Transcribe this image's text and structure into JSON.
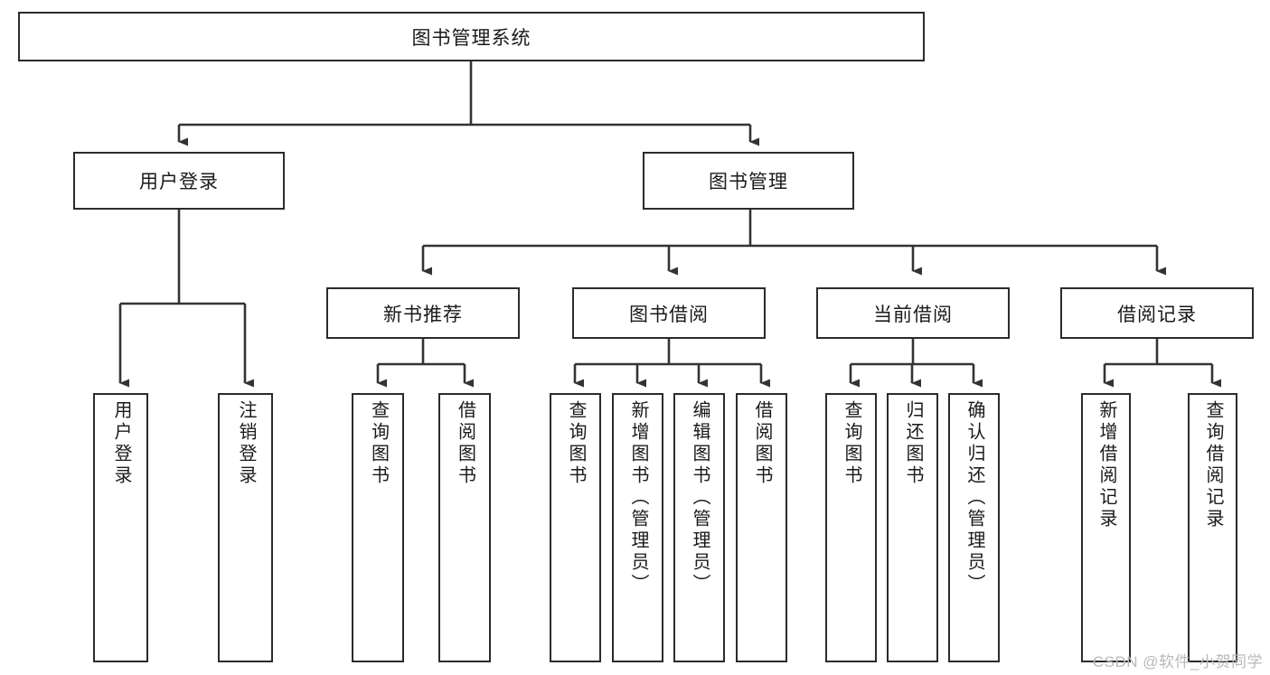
{
  "diagram": {
    "title": "图书管理系统",
    "watermark": "CSDN @软件_小贺同学",
    "colors": {
      "border": "#2b2b2b",
      "background": "#ffffff",
      "text": "#1a1a1a",
      "connector": "#333333",
      "watermark": "#b9b9b9"
    },
    "root": {
      "label": "图书管理系统"
    },
    "level2": [
      {
        "label": "用户登录"
      },
      {
        "label": "图书管理"
      }
    ],
    "level3": [
      {
        "label": "新书推荐"
      },
      {
        "label": "图书借阅"
      },
      {
        "label": "当前借阅"
      },
      {
        "label": "借阅记录"
      }
    ],
    "leaves": {
      "user_login": [
        {
          "label": "用户登录"
        },
        {
          "label": "注销登录"
        }
      ],
      "new_book": [
        {
          "label": "查询图书"
        },
        {
          "label": "借阅图书"
        }
      ],
      "book_borrow": [
        {
          "label": "查询图书"
        },
        {
          "label": "新增图书（管理员）"
        },
        {
          "label": "编辑图书（管理员）"
        },
        {
          "label": "借阅图书"
        }
      ],
      "current_borrow": [
        {
          "label": "查询图书"
        },
        {
          "label": "归还图书"
        },
        {
          "label": "确认归还（管理员）"
        }
      ],
      "borrow_record": [
        {
          "label": "新增借阅记录"
        },
        {
          "label": "查询借阅记录"
        }
      ]
    }
  }
}
